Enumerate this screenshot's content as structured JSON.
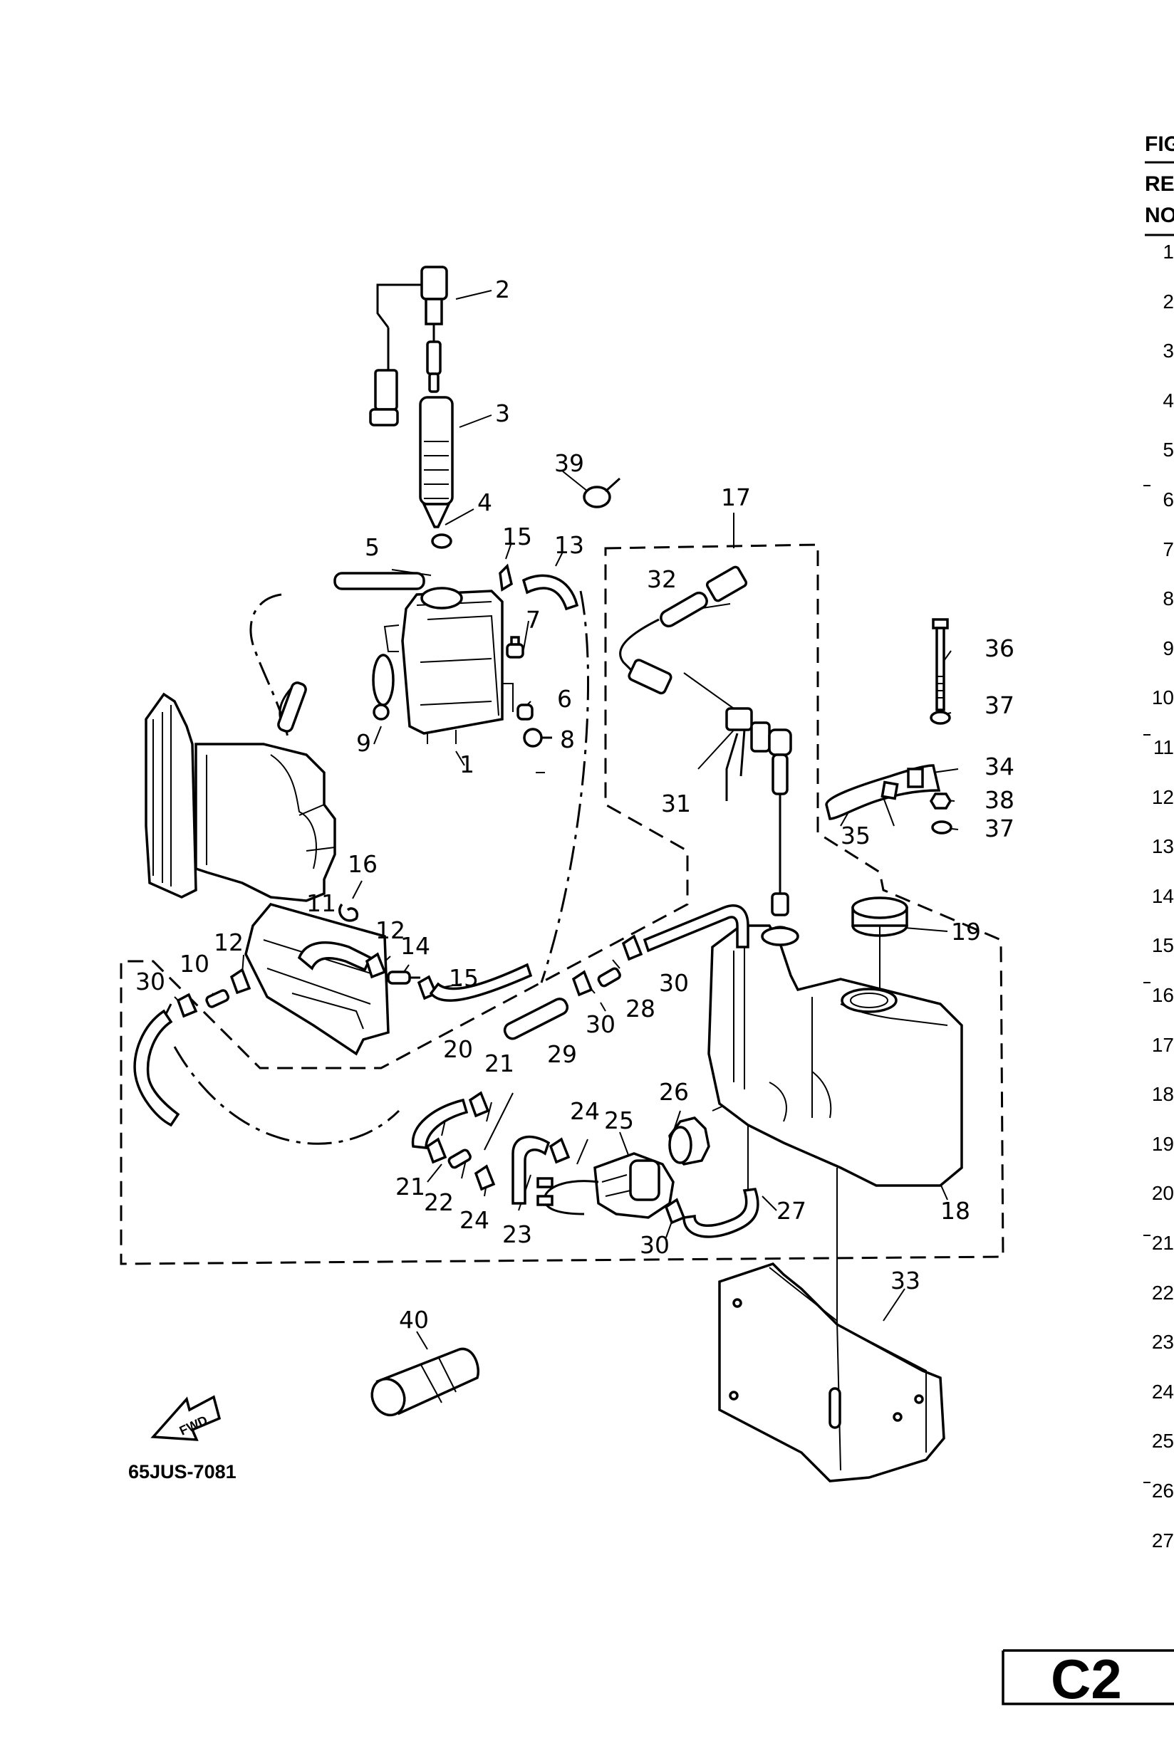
{
  "diagram_code": "65JUS-7081",
  "fwd_label": "FWD",
  "page_code": "C2",
  "table_header": {
    "fig": "FIG",
    "ref": "REF",
    "no": "NO."
  },
  "table_rows": [
    "1",
    "2",
    "3",
    "4",
    "5",
    "6",
    "7",
    "8",
    "9",
    "10",
    "11",
    "12",
    "13",
    "14",
    "15",
    "16",
    "17",
    "18",
    "19",
    "20",
    "21",
    "22",
    "23",
    "24",
    "25",
    "26",
    "27"
  ],
  "callouts": [
    "1",
    "2",
    "3",
    "4",
    "5",
    "6",
    "7",
    "8",
    "9",
    "10",
    "11",
    "12",
    "12",
    "13",
    "14",
    "15",
    "15",
    "16",
    "17",
    "18",
    "19",
    "20",
    "21",
    "21",
    "22",
    "23",
    "24",
    "24",
    "25",
    "26",
    "27",
    "28",
    "29",
    "30",
    "30",
    "30",
    "30",
    "31",
    "32",
    "33",
    "34",
    "35",
    "36",
    "37",
    "37",
    "38",
    "39",
    "40"
  ]
}
